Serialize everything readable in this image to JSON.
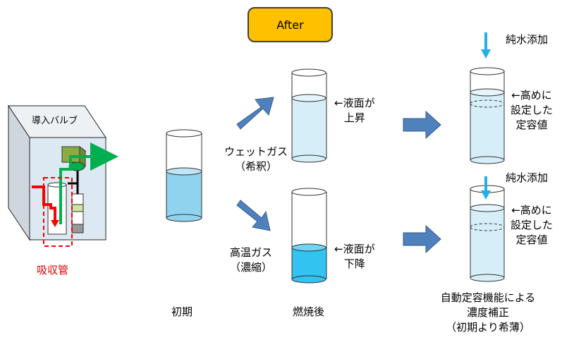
{
  "badge": "After",
  "device": {
    "valve_label": "導入バルブ",
    "absorber_label": "吸収管"
  },
  "stages": {
    "initial": "初期",
    "after_combustion": "燃焼後",
    "wet_gas": [
      "ウェットガス",
      "（希釈）"
    ],
    "hot_gas": [
      "高温ガス",
      "（濃縮）"
    ],
    "level_up": [
      "←液面が",
      "上昇"
    ],
    "level_down": [
      "←液面が",
      "下降"
    ],
    "add_water_top": "純水添加",
    "add_water_bottom": "純水添加",
    "set_volume_top": [
      "←高めに",
      "設定した",
      "定容値"
    ],
    "set_volume_bottom": [
      "←高めに",
      "設定した",
      "定容値"
    ],
    "auto_correction": [
      "自動定容機能による",
      "濃度補正",
      "（初期より希薄）"
    ]
  },
  "colors": {
    "badge_fill": "#ffc000",
    "arrow_blue": "#4f81bd",
    "water_light": "#d6eef8",
    "water_mid": "#8fd3ef",
    "water_deep": "#33c3f0",
    "drop_arrow": "#1fb0e8",
    "green_path": "#00b050",
    "red_path": "#ff0000"
  }
}
